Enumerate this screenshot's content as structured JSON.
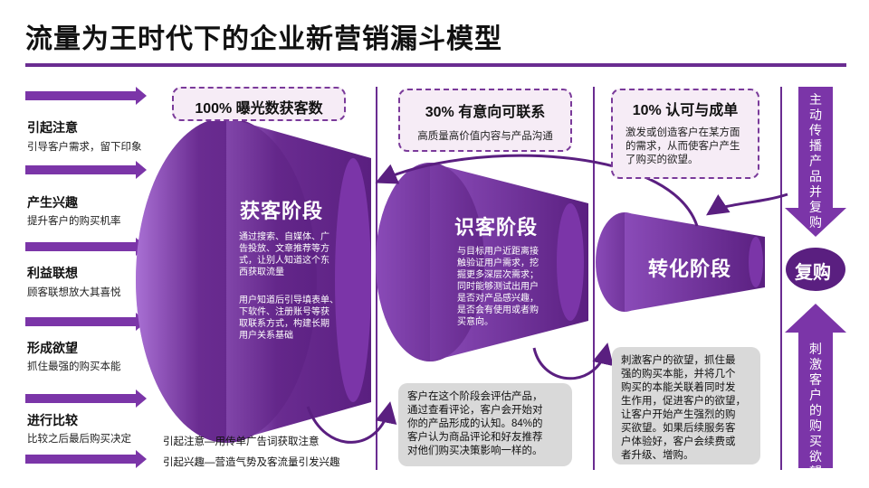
{
  "title": "流量为王时代下的企业新营销漏斗模型",
  "stages": [
    {
      "title": "引起注意",
      "desc": "引导客户需求，留下印象"
    },
    {
      "title": "产生兴趣",
      "desc": "提升客户的购买机率"
    },
    {
      "title": "利益联想",
      "desc": "顾客联想放大其喜悦"
    },
    {
      "title": "形成欲望",
      "desc": "抓住最强的购买本能"
    },
    {
      "title": "进行比较",
      "desc": "比较之后最后购买决定"
    }
  ],
  "footer": {
    "line1": "引起注意—用传单广告词获取注意",
    "line2": "引起兴趣—营造气势及客流量引发兴趣"
  },
  "funnel1": {
    "box_title": "100% 曝光数获客数",
    "phase": "获客阶段",
    "text1": [
      "通过搜索、自媒体、广",
      "告投放、文章推荐等方",
      "式，让别人知道这个东",
      "西获取流量"
    ],
    "text2": [
      "用户知道后引导填表单、",
      "下软件、注册账号等获",
      "取联系方式，构建长期",
      "用户关系基础"
    ]
  },
  "funnel2": {
    "box_title": "30%  有意向可联系",
    "box_sub": "高质量高价值内容与产品沟通",
    "phase": "识客阶段",
    "text": [
      "与目标用户近距离接",
      "触验证用户需求，挖",
      "掘更多深层次需求；",
      "同时能够测试出用户",
      "是否对产品感兴趣，",
      "是否会有使用或者购",
      "买意向。"
    ],
    "gray": [
      "客户在这个阶段会评估产品，",
      "通过查看评论，客户会开始对",
      "你的产品形成的认知。84%的",
      "客户认为商品评论和好友推荐",
      "对他们购买决策影响一样的。"
    ]
  },
  "funnel3": {
    "box_title": "10% 认可与成单",
    "box_sub": [
      "激发或创造客户在某方面",
      "的需求，从而使客户产生",
      "了购买的欲望。"
    ],
    "phase": "转化阶段",
    "gray": [
      "刺激客户的欲望，抓住最",
      "强的购买本能，并将几个",
      "购买的本能关联着同时发",
      "生作用，促进客户的欲望，",
      "让客户开始产生强烈的购",
      "买欲望。如果后续服务客",
      "户体验好，客户会续费或",
      "者升级、增购。"
    ]
  },
  "right": {
    "top_text": "主动传播产品并复购",
    "center": "复购",
    "bottom_text": "刺激客户的购买欲望"
  },
  "colors": {
    "purple": "#6a2c91",
    "light_purple": "#9b59c7",
    "pink_bg": "#f6ecf6",
    "gray_bg": "#d9d9d9"
  }
}
